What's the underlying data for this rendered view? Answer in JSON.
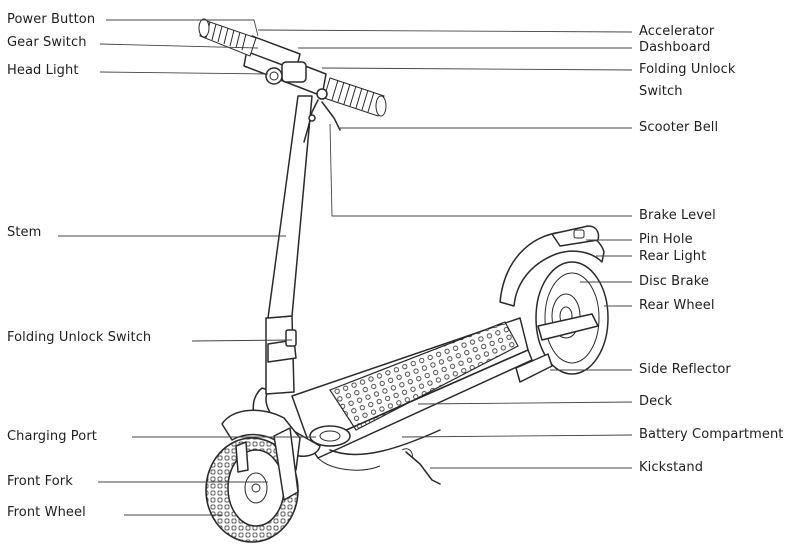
{
  "labels_left": [
    "Power Button",
    "Gear Switch",
    "Head Light",
    "Stem",
    "Folding Unlock Switch",
    "Charging Port",
    "Front Fork",
    "Front Wheel"
  ],
  "labels_right": [
    "Accelerator",
    "Dashboard",
    "Folding Unlock",
    "Switch",
    "Scooter Bell",
    "Brake Level",
    "Pin Hole",
    "Rear Light",
    "Disc Brake",
    "Rear Wheel",
    "Side Reflector",
    "Deck",
    "Battery Compartment",
    "Kickstand"
  ]
}
